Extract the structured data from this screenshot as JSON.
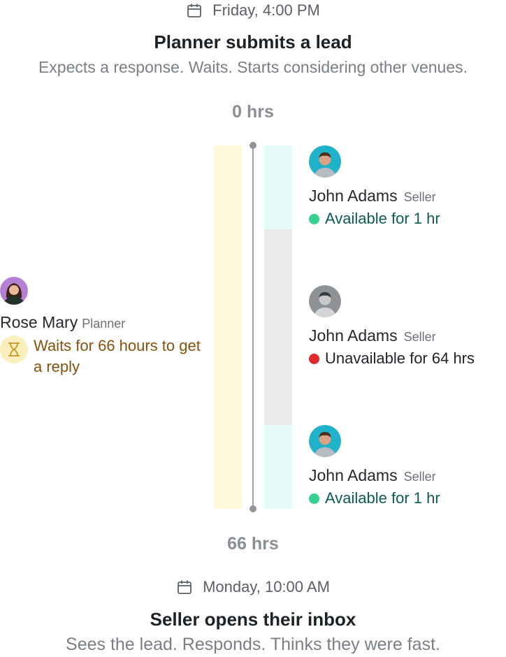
{
  "start": {
    "date": "Friday, 4:00 PM",
    "title": "Planner submits a lead",
    "subtitle": "Expects a response. Waits. Starts considering other venues."
  },
  "timeline": {
    "start_label": "0 hrs",
    "end_label": "66 hrs"
  },
  "planner": {
    "name": "Rose Mary",
    "role": "Planner",
    "wait_text": "Waits for 66 hours to get a reply"
  },
  "sellers": [
    {
      "name": "John Adams",
      "role": "Seller",
      "status": "Available for 1 hr",
      "available": true
    },
    {
      "name": "John Adams",
      "role": "Seller",
      "status": "Unavailable for 64 hrs",
      "available": false
    },
    {
      "name": "John Adams",
      "role": "Seller",
      "status": "Available for 1 hr",
      "available": true
    }
  ],
  "end": {
    "date": "Monday, 10:00 AM",
    "title": "Seller opens their inbox",
    "subtitle": "Sees the lead. Responds. Thinks they were fast."
  },
  "colors": {
    "planner_wait_bar": "#fdf7dc",
    "available_bar": "#e6fcfa",
    "unavailable_bar": "#eaebed",
    "available_dot": "#35cf8f",
    "unavailable_dot": "#e02a2a"
  }
}
